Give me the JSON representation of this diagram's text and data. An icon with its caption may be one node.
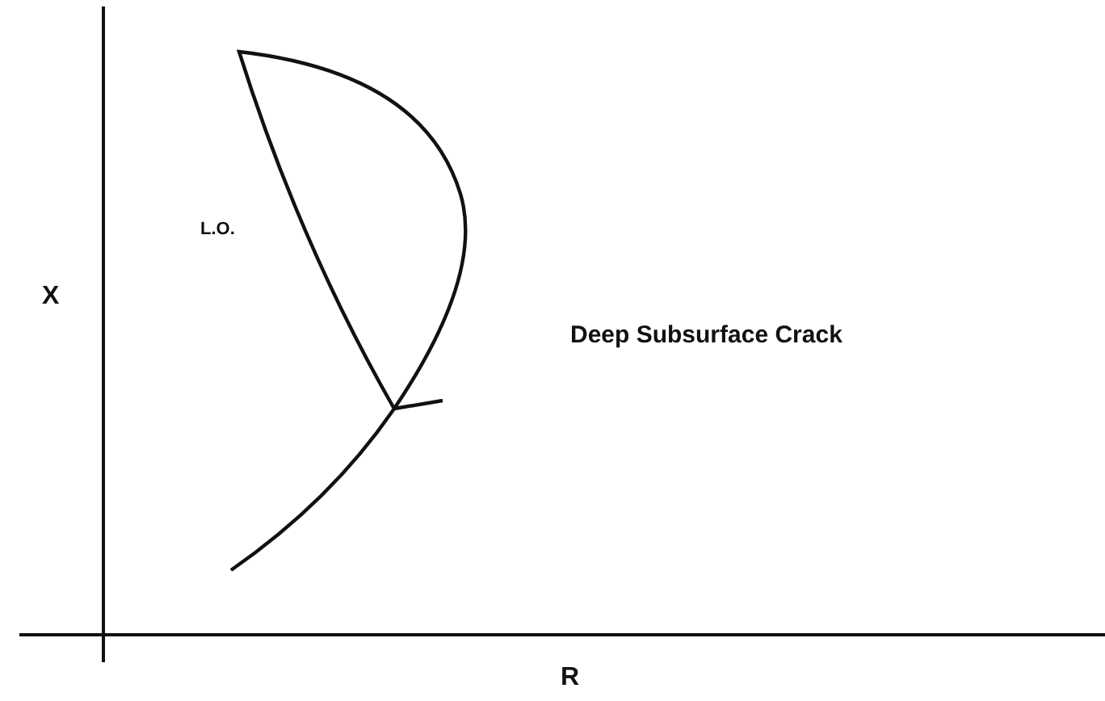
{
  "diagram": {
    "labels": [
      "X",
      "R",
      "L.O.",
      "Deep Subsurface Crack"
    ]
  }
}
